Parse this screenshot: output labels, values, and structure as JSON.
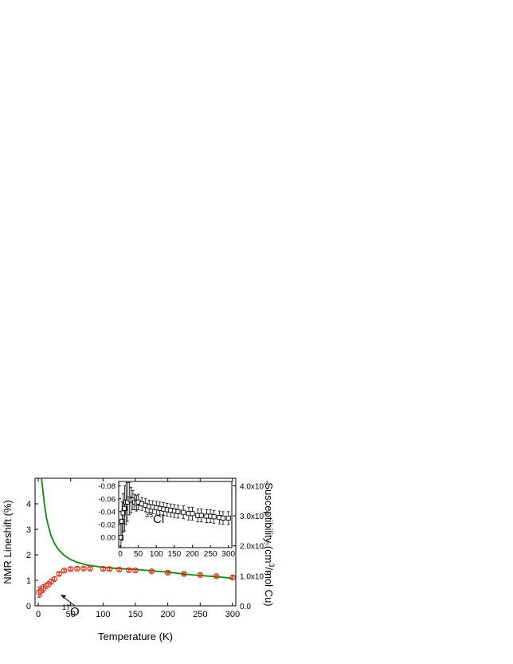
{
  "chart_data": [
    {
      "type": "scatter",
      "xlabel": "Temperature (K)",
      "ylabel": "NMR Lineshift (%)",
      "y2label": "Susceptibility (cm³/mol Cu)",
      "y2label_parts": {
        "pre": "Susceptibility (cm",
        "sup": "3",
        "post": "/mol Cu)"
      },
      "xlim": [
        -5,
        305
      ],
      "ylim": [
        0,
        5
      ],
      "y2lim": [
        0,
        0.00425
      ],
      "x_ticks": [
        0,
        50,
        100,
        150,
        200,
        250,
        300
      ],
      "y_ticks": [
        0,
        1,
        2,
        3,
        4
      ],
      "y2_ticks": [
        {
          "value": 0.0,
          "mantissa": "0.0",
          "exp": ""
        },
        {
          "value": 0.001,
          "mantissa": "1.0x10",
          "exp": "-3"
        },
        {
          "value": 0.002,
          "mantissa": "2.0x10",
          "exp": "-3"
        },
        {
          "value": 0.003,
          "mantissa": "3.0x10",
          "exp": "-3"
        },
        {
          "value": 0.004,
          "mantissa": "4.0x10",
          "exp": "-3"
        }
      ],
      "annotation": {
        "sup": "17",
        "text": "O",
        "x": 30,
        "y": 0.9
      },
      "series": [
        {
          "color": "#e8200a",
          "marker": "circle",
          "x": [
            1,
            4,
            8,
            12,
            16,
            20,
            25,
            32,
            40,
            50,
            60,
            70,
            80,
            100,
            110,
            125,
            140,
            150,
            175,
            200,
            225,
            250,
            275,
            300
          ],
          "y": [
            0.53,
            0.58,
            0.68,
            0.78,
            0.85,
            0.95,
            1.05,
            1.25,
            1.38,
            1.44,
            1.46,
            1.46,
            1.46,
            1.45,
            1.44,
            1.42,
            1.4,
            1.39,
            1.35,
            1.3,
            1.25,
            1.21,
            1.16,
            1.11
          ],
          "err": [
            0.2,
            0.2,
            0.15,
            0.1,
            0.1,
            0.1,
            0.08,
            0.05,
            0.05,
            0.05,
            0.05,
            0.05,
            0.05,
            0.05,
            0.05,
            0.05,
            0.05,
            0.05,
            0.05,
            0.05,
            0.05,
            0.05,
            0.05,
            0.05
          ]
        },
        {
          "color": "#0a8a0a",
          "marker": "line",
          "axis": "right",
          "x": [
            5,
            7,
            10,
            12.5,
            15,
            20,
            25,
            30,
            40,
            50,
            60,
            75,
            100,
            125,
            150,
            175,
            200,
            225,
            250,
            275,
            300
          ],
          "y": [
            0.00425,
            0.00385,
            0.0033,
            0.00295,
            0.0027,
            0.00232,
            0.00208,
            0.0019,
            0.00168,
            0.00154,
            0.00145,
            0.00136,
            0.00128,
            0.00124,
            0.00121,
            0.00117,
            0.00112,
            0.00106,
            0.00101,
            0.00097,
            0.00092
          ]
        }
      ]
    },
    {
      "type": "scatter",
      "inset": true,
      "xlim": [
        0,
        305
      ],
      "ylim": [
        0.016,
        -0.087
      ],
      "x_ticks": [
        0,
        50,
        100,
        150,
        200,
        250,
        300
      ],
      "y_ticks": [
        0.0,
        -0.02,
        -0.04,
        -0.06,
        -0.08
      ],
      "y_tick_labels": [
        "0.00",
        "-0.02",
        "-0.04",
        "-0.06",
        "-0.08"
      ],
      "annotation": {
        "sup": "35",
        "text": "Cl",
        "x": 60,
        "y": -0.04
      },
      "series": [
        {
          "color": "#000000",
          "marker": "square",
          "x": [
            2,
            5,
            8,
            12,
            16,
            20,
            25,
            30,
            35,
            40,
            45,
            50,
            60,
            70,
            80,
            90,
            100,
            110,
            120,
            130,
            140,
            150,
            160,
            175,
            190,
            200,
            215,
            225,
            240,
            250,
            260,
            275,
            285,
            300
          ],
          "y": [
            0.0,
            -0.025,
            -0.038,
            -0.045,
            -0.055,
            -0.055,
            -0.06,
            -0.058,
            -0.058,
            -0.055,
            -0.053,
            -0.055,
            -0.052,
            -0.05,
            -0.048,
            -0.047,
            -0.046,
            -0.045,
            -0.044,
            -0.043,
            -0.042,
            -0.041,
            -0.04,
            -0.039,
            -0.037,
            -0.037,
            -0.034,
            -0.034,
            -0.033,
            -0.033,
            -0.032,
            -0.031,
            -0.03,
            -0.03
          ],
          "err": [
            0.025,
            0.03,
            0.03,
            0.035,
            0.035,
            0.03,
            0.025,
            0.02,
            0.015,
            0.012,
            0.012,
            0.012,
            0.01,
            0.01,
            0.01,
            0.01,
            0.01,
            0.01,
            0.01,
            0.01,
            0.01,
            0.01,
            0.01,
            0.01,
            0.01,
            0.01,
            0.01,
            0.01,
            0.01,
            0.01,
            0.01,
            0.01,
            0.01,
            0.01
          ]
        }
      ]
    }
  ]
}
